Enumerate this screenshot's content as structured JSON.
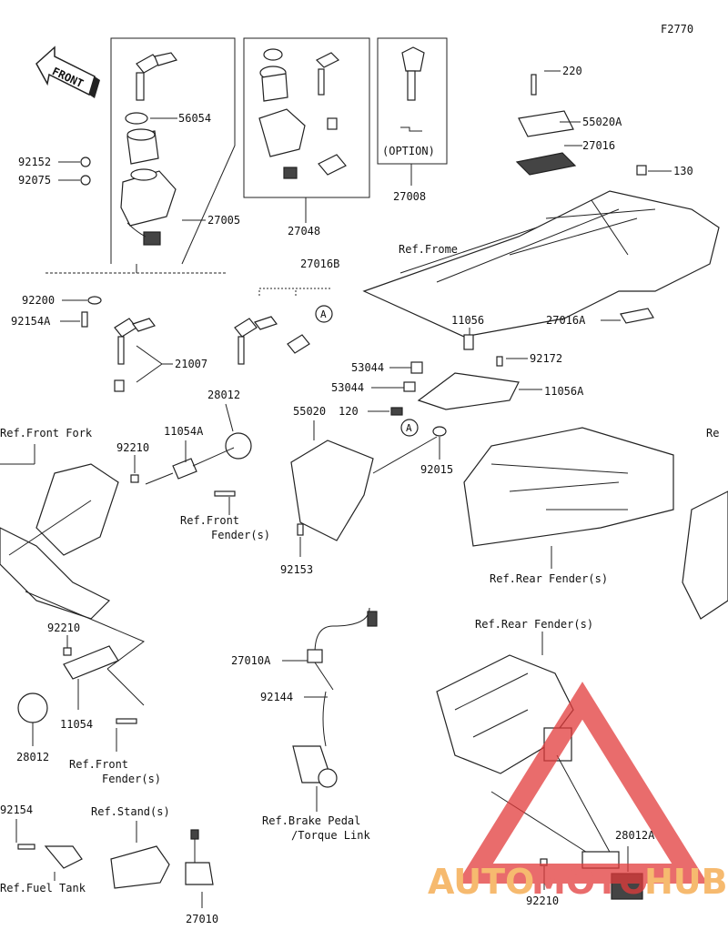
{
  "figure_code": "F2770",
  "front_label": "FRONT",
  "option_label": "(OPTION)",
  "callout_a": "A",
  "parts": {
    "p220": "220",
    "p55020A": "55020A",
    "p27016": "27016",
    "p130": "130",
    "p56054": "56054",
    "p92152": "92152",
    "p92075": "92075",
    "p27005": "27005",
    "p27048": "27048",
    "p27008": "27008",
    "p92200": "92200",
    "p92154A": "92154A",
    "p21007": "21007",
    "p27016B": "27016B",
    "p11056": "11056",
    "p27016A": "27016A",
    "p53044a": "53044",
    "p53044b": "53044",
    "p92172": "92172",
    "p11056A": "11056A",
    "p120": "120",
    "p28012": "28012",
    "p11054A": "11054A",
    "p92210a": "92210",
    "p55020": "55020",
    "p92015": "92015",
    "p92153": "92153",
    "p27010A": "27010A",
    "p92144": "92144",
    "p92210b": "92210",
    "p11054": "11054",
    "p28012b": "28012",
    "p92154": "92154",
    "p27010": "27010",
    "p28012A": "28012A",
    "p92210c": "92210"
  },
  "refs": {
    "frame": "Ref.Frome",
    "front_fork": "Ref.Front Fork",
    "front_fender_1a": "Ref.Front",
    "front_fender_1b": "Fender(s)",
    "rear_fender_1": "Ref.Rear Fender(s)",
    "rear_fender_2": "Ref.Rear Fender(s)",
    "front_fender_2a": "Ref.Front",
    "front_fender_2b": "Fender(s)",
    "brake_a": "Ref.Brake Pedal",
    "brake_b": "/Torque Link",
    "stand": "Ref.Stand(s)",
    "fuel_tank": "Ref.Fuel Tank",
    "edge_ref": "Re"
  },
  "watermark": {
    "text_a": "AUTO",
    "text_b": "MOTO",
    "text_c": "HUB",
    "color_orange": "#f4a340",
    "color_red": "#e23b3b"
  }
}
